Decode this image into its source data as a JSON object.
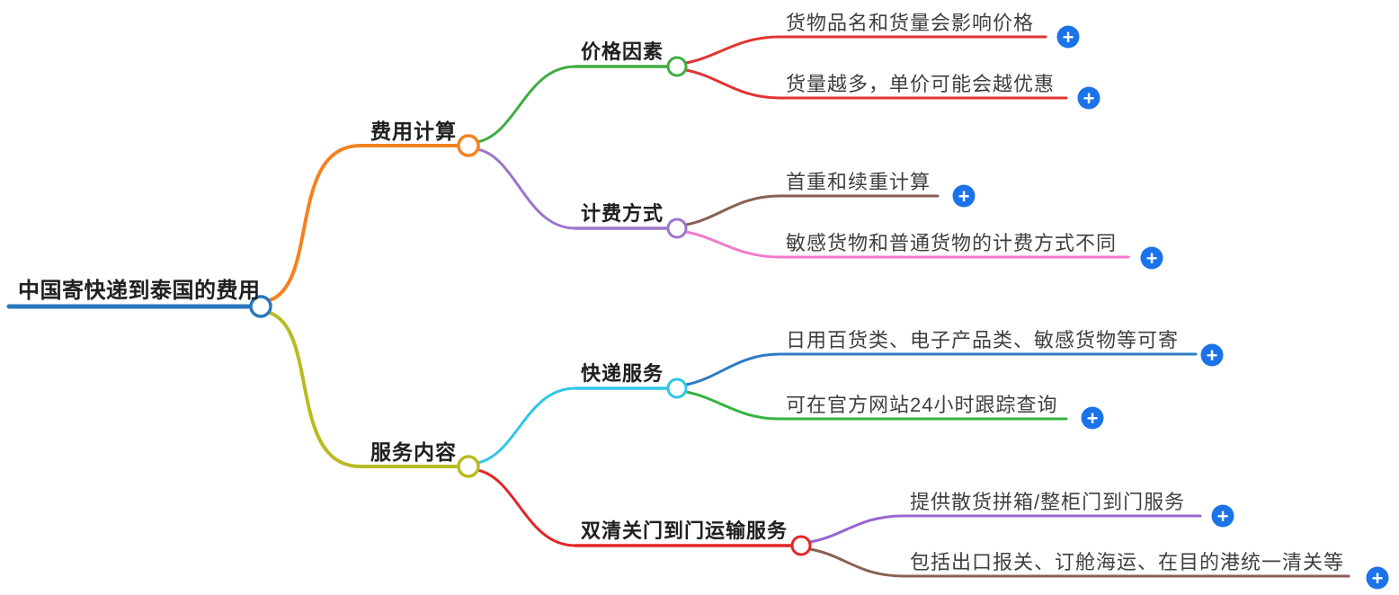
{
  "mindmap": {
    "root": {
      "label": "中国寄快递到泰国的费用"
    },
    "branches": [
      {
        "label": "费用计算",
        "children": [
          {
            "label": "价格因素",
            "children": [
              {
                "label": "货物品名和货量会影响价格"
              },
              {
                "label": "货量越多，单价可能会越优惠"
              }
            ]
          },
          {
            "label": "计费方式",
            "children": [
              {
                "label": "首重和续重计算"
              },
              {
                "label": "敏感货物和普通货物的计费方式不同"
              }
            ]
          }
        ]
      },
      {
        "label": "服务内容",
        "children": [
          {
            "label": "快递服务",
            "children": [
              {
                "label": "日用百货类、电子产品类、敏感货物等可寄"
              },
              {
                "label": "可在官方网站24小时跟踪查询"
              }
            ]
          },
          {
            "label": "双清关门到门运输服务",
            "children": [
              {
                "label": "提供散货拼箱/整柜门到门服务"
              },
              {
                "label": "包括出口报关、订舱海运、在目的港统一清关等"
              }
            ]
          }
        ]
      }
    ]
  },
  "colors": {
    "root_blue": "#2878bd",
    "branch_orange": "#f5821f",
    "branch_olive": "#b8bc20",
    "green": "#3fad41",
    "purple": "#9b75cd",
    "red": "#e23333",
    "brown": "#8a5f53",
    "pink": "#f379cd",
    "cyan": "#30c6e8",
    "blue": "#2d7bc4",
    "green2": "#36b33e",
    "red2": "#e42525",
    "purple2": "#9766cf",
    "brown2": "#8a5f53",
    "plus_blue": "#1a73e8"
  },
  "icons": {
    "plus": "+"
  }
}
